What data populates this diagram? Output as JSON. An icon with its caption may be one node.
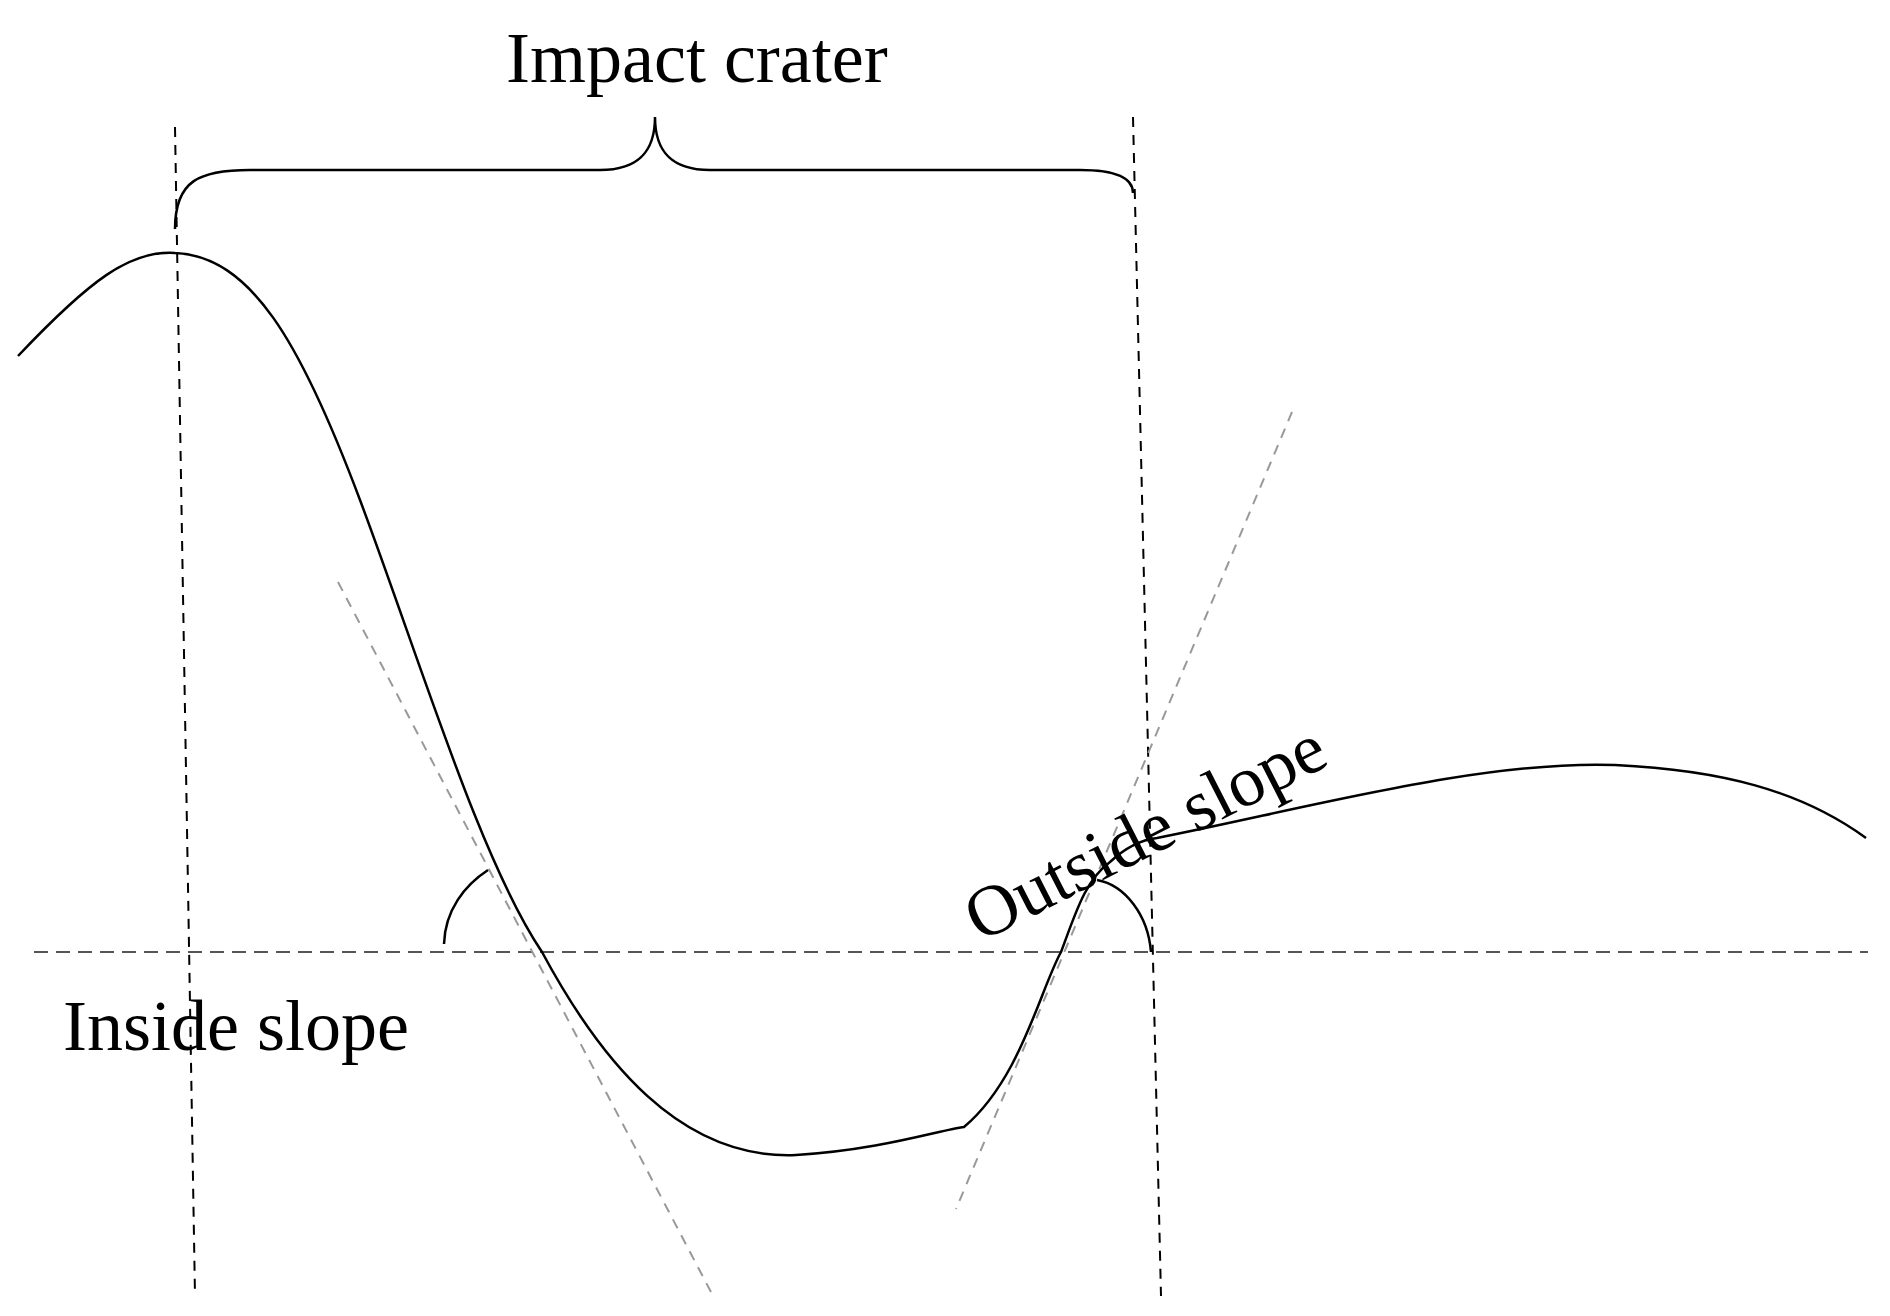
{
  "diagram": {
    "labels": [
      "Impact crater",
      "Outside slope",
      "Inside slope"
    ]
  }
}
